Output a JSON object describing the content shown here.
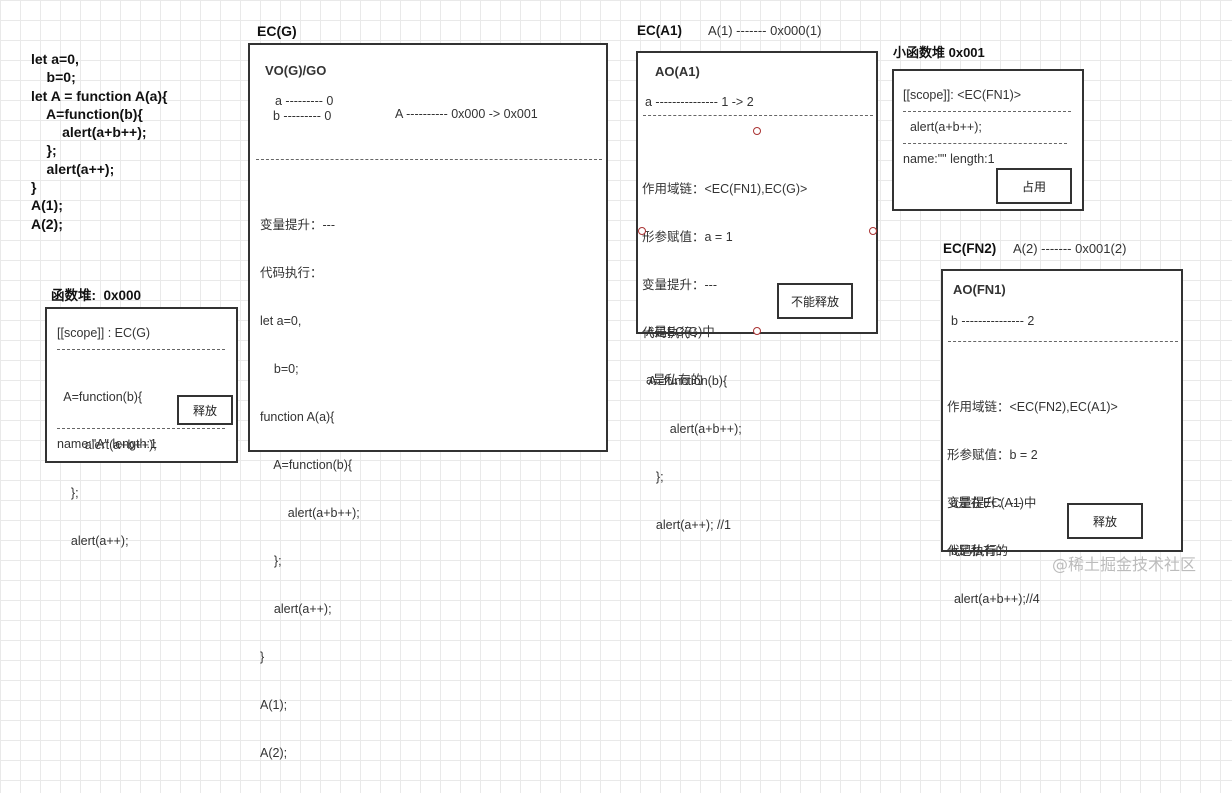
{
  "left_code": {
    "lines": [
      "let a=0,",
      "    b=0;",
      "let A = function A(a){",
      "    A=function(b){",
      "        alert(a+b++);",
      "    };",
      "    alert(a++);",
      "}",
      "A(1);",
      "A(2);"
    ]
  },
  "ec_g": {
    "title": "EC(G)",
    "vo_title": "VO(G)/GO",
    "var_a": "a --------- 0",
    "var_b": "b --------- 0",
    "var_A": "A ---------- 0x000 -> 0x001",
    "body_lines": [
      "变量提升：---",
      "代码执行：",
      "let a=0,",
      "    b=0;",
      "function A(a){",
      "    A=function(b){",
      "        alert(a+b++);",
      "    };",
      "    alert(a++);",
      "}",
      "A(1);",
      "A(2);"
    ]
  },
  "heap_000": {
    "title": "函数堆:  0x000",
    "scope": "[[scope]] : EC(G)",
    "code_lines": [
      "  A=function(b){",
      "        alert(a+b++);",
      "    };",
      "    alert(a++);"
    ],
    "meta": "name:\"A\" length:1",
    "release_label": "释放"
  },
  "ec_a1": {
    "title": "EC(A1)",
    "call_info": "A(1) ------- 0x000(1)",
    "ao_title": "AO(A1)",
    "var_a": "a --------------- 1 -> 2",
    "body_lines": [
      "作用域链：<EC(FN1),EC(G)>",
      "形参赋值：a = 1",
      "变量提升：---",
      "代码执行：",
      "  A=function(b){",
      "        alert(a+b++);",
      "    };",
      "    alert(a++); //1"
    ],
    "note_lines": [
      "A是EC(G)中",
      "a是私有的"
    ],
    "keep_label": "不能释放"
  },
  "heap_001": {
    "title": "小函数堆 0x001",
    "scope": "[[scope]]: <EC(FN1)>",
    "code": "  alert(a+b++);",
    "meta": "name:\"\" length:1",
    "occupied_label": "占用"
  },
  "ec_fn2": {
    "title": "EC(FN2)",
    "call_info": "A(2) ------- 0x001(2)",
    "ao_title": "AO(FN1)",
    "var_b": "b --------------- 2",
    "body_lines": [
      "作用域链：<EC(FN2),EC(A1)>",
      "形参赋值：b = 2",
      "变量提升：---",
      "代码执行：",
      "  alert(a+b++);//4"
    ],
    "note_lines": [
      "a是在EC(A1)中",
      "b是私有的"
    ],
    "release_label": "释放"
  },
  "watermark": "@稀土掘金技术社区"
}
